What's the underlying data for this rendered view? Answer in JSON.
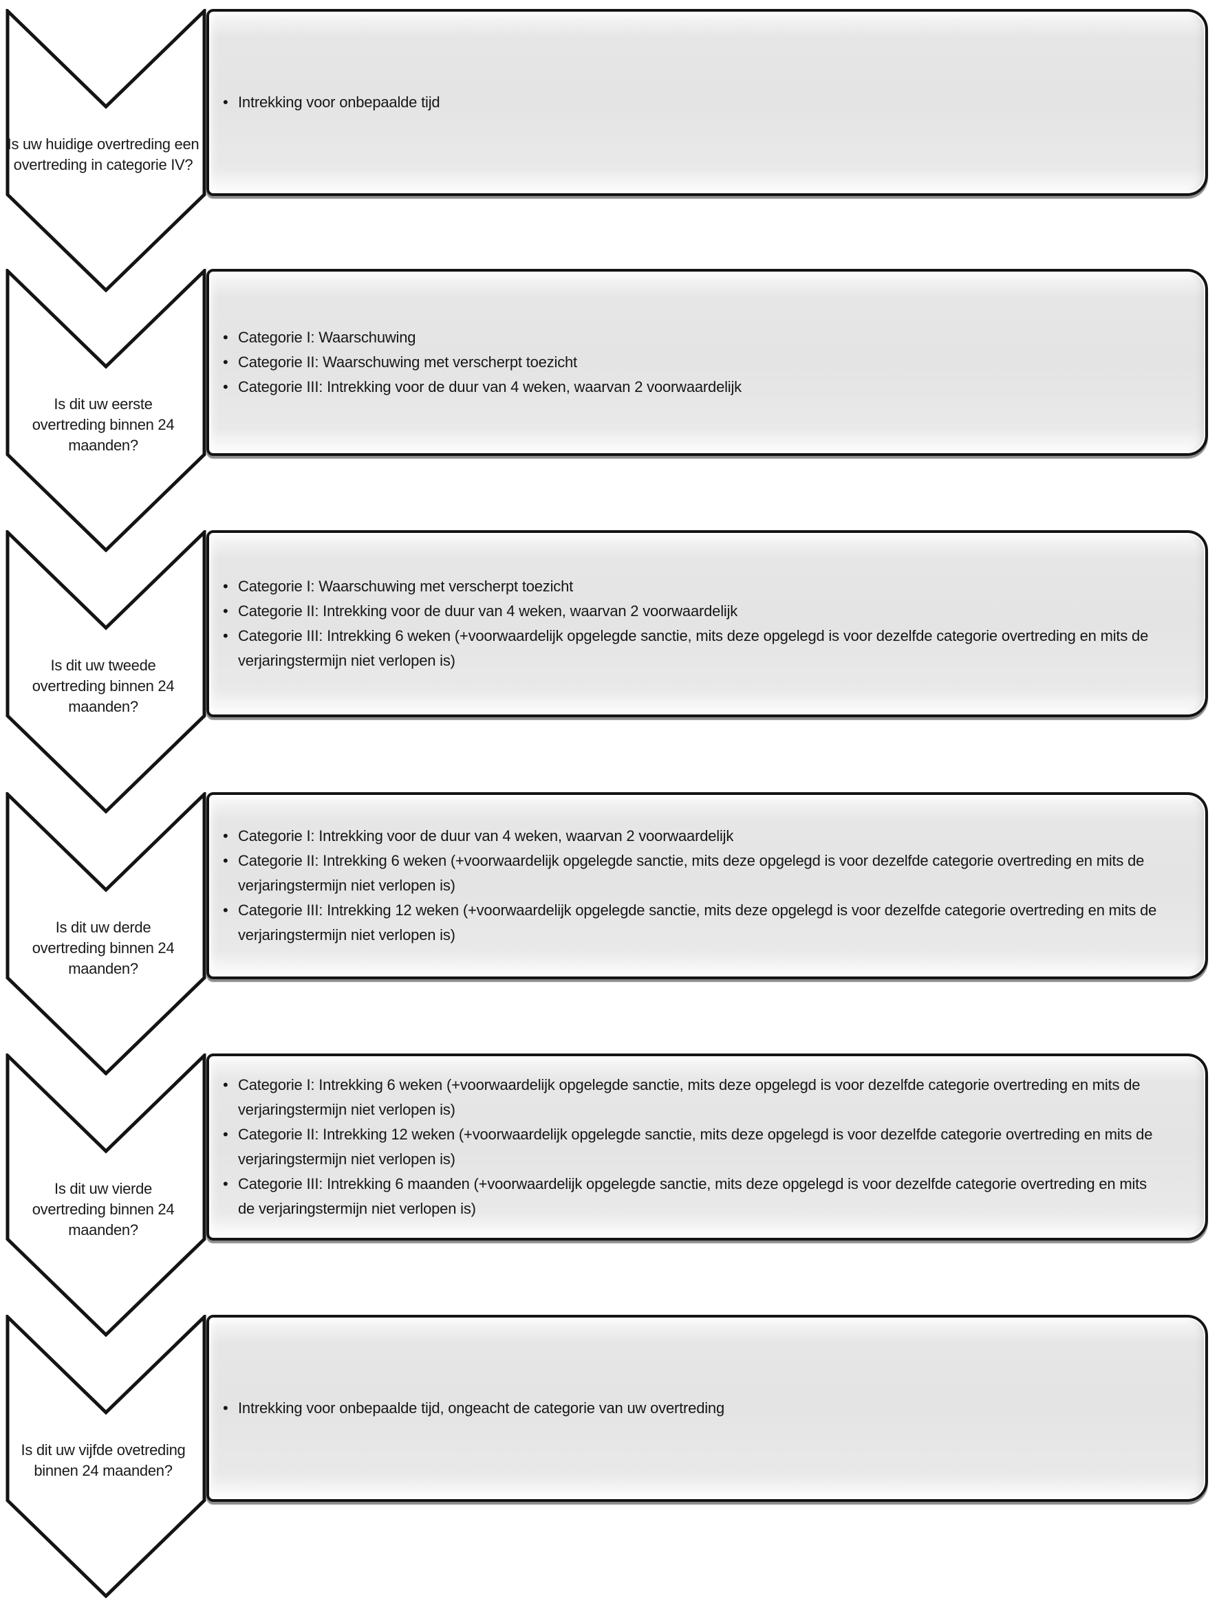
{
  "bullet_char": "•",
  "colors": {
    "box_fill": "#e4e4e4",
    "box_border": "#141414",
    "chevron_fill": "#ffffff",
    "chevron_border": "#141414",
    "text": "#1a1a1a"
  },
  "rows": [
    {
      "question": "Is uw huidige overtreding een overtreding in categorie IV?",
      "bullets": [
        "Intrekking voor onbepaalde tijd"
      ]
    },
    {
      "question": "Is dit uw eerste overtreding binnen 24 maanden?",
      "bullets": [
        "Categorie I: Waarschuwing",
        "Categorie II: Waarschuwing met verscherpt toezicht",
        "Categorie III: Intrekking voor de duur van 4 weken, waarvan 2 voorwaardelijk"
      ]
    },
    {
      "question": "Is dit uw tweede overtreding binnen 24 maanden?",
      "bullets": [
        "Categorie I: Waarschuwing met verscherpt toezicht",
        "Categorie II: Intrekking voor de duur van 4 weken, waarvan 2 voorwaardelijk",
        "Categorie III: Intrekking 6 weken (+voorwaardelijk opgelegde sanctie, mits deze opgelegd is voor dezelfde categorie overtreding en mits de verjaringstermijn niet verlopen is)"
      ]
    },
    {
      "question": "Is dit uw derde overtreding binnen 24 maanden?",
      "bullets": [
        "Categorie I: Intrekking voor de duur van 4 weken, waarvan 2 voorwaardelijk",
        "Categorie II: Intrekking 6 weken (+voorwaardelijk opgelegde sanctie, mits deze opgelegd is voor dezelfde categorie overtreding en mits de verjaringstermijn niet verlopen is)",
        "Categorie III: Intrekking 12 weken (+voorwaardelijk opgelegde sanctie, mits deze opgelegd is voor dezelfde categorie overtreding en mits de verjaringstermijn niet verlopen is)"
      ]
    },
    {
      "question": "Is dit uw vierde overtreding binnen 24 maanden?",
      "bullets": [
        "Categorie I: Intrekking 6 weken (+voorwaardelijk opgelegde sanctie, mits deze opgelegd is voor dezelfde categorie overtreding en mits de verjaringstermijn niet verlopen is)",
        "Categorie II: Intrekking 12 weken (+voorwaardelijk opgelegde sanctie, mits deze opgelegd is voor dezelfde categorie overtreding en mits de verjaringstermijn niet verlopen is)",
        "Categorie III: Intrekking 6 maanden (+voorwaardelijk opgelegde sanctie, mits deze opgelegd is voor dezelfde categorie overtreding en mits de verjaringstermijn niet verlopen is)"
      ]
    },
    {
      "question": "Is dit uw vijfde ovetreding binnen 24 maanden?",
      "bullets": [
        "Intrekking voor onbepaalde tijd, ongeacht de categorie van uw overtreding"
      ]
    }
  ]
}
